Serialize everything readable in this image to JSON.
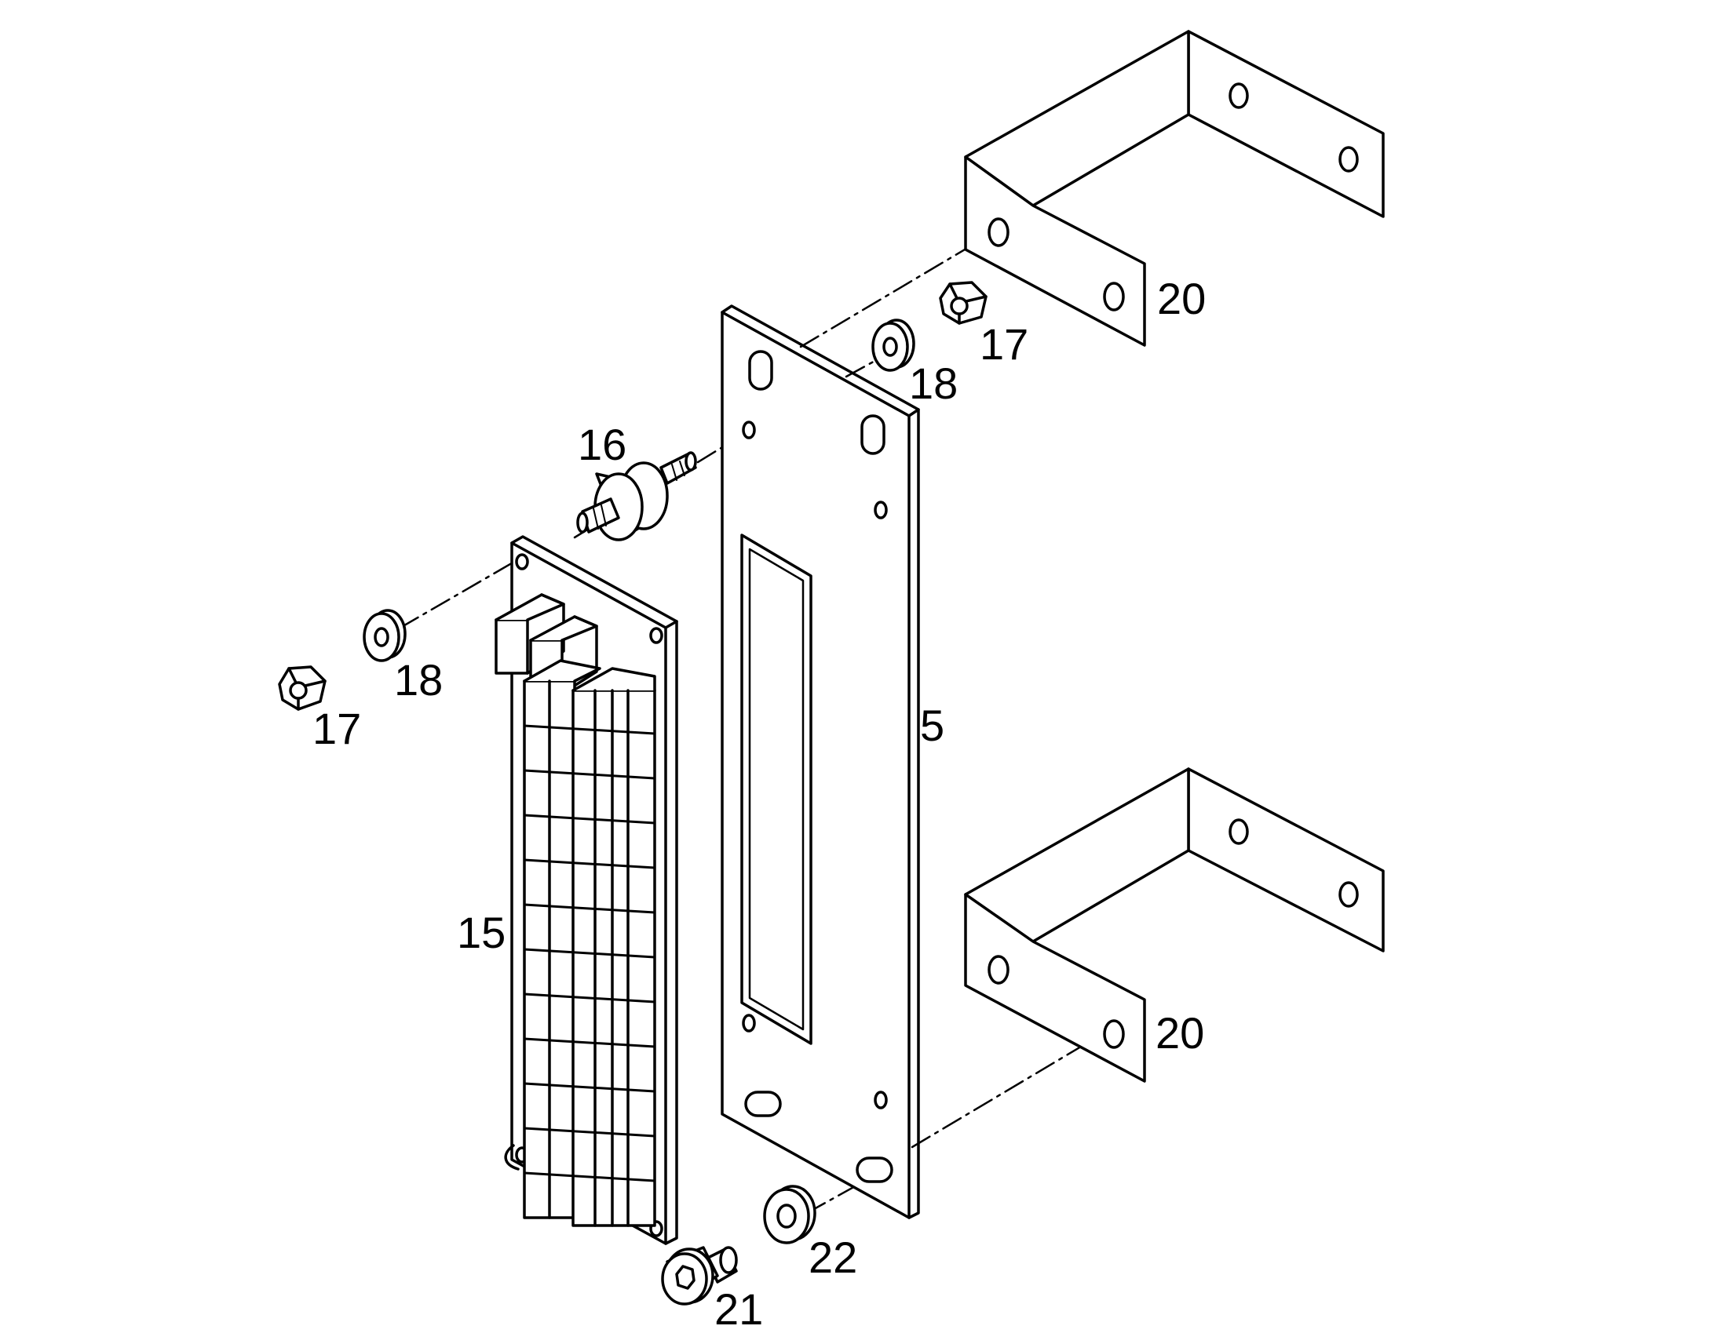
{
  "colors": {
    "line": "#000000",
    "fill": "#ffffff",
    "background": "#ffffff"
  },
  "callouts": {
    "c5": "5",
    "c15": "15",
    "c16": "16",
    "c17_top": "17",
    "c17_left": "17",
    "c18_top": "18",
    "c18_left": "18",
    "c20_top": "20",
    "c20_bottom": "20",
    "c21": "21",
    "c22": "22"
  }
}
